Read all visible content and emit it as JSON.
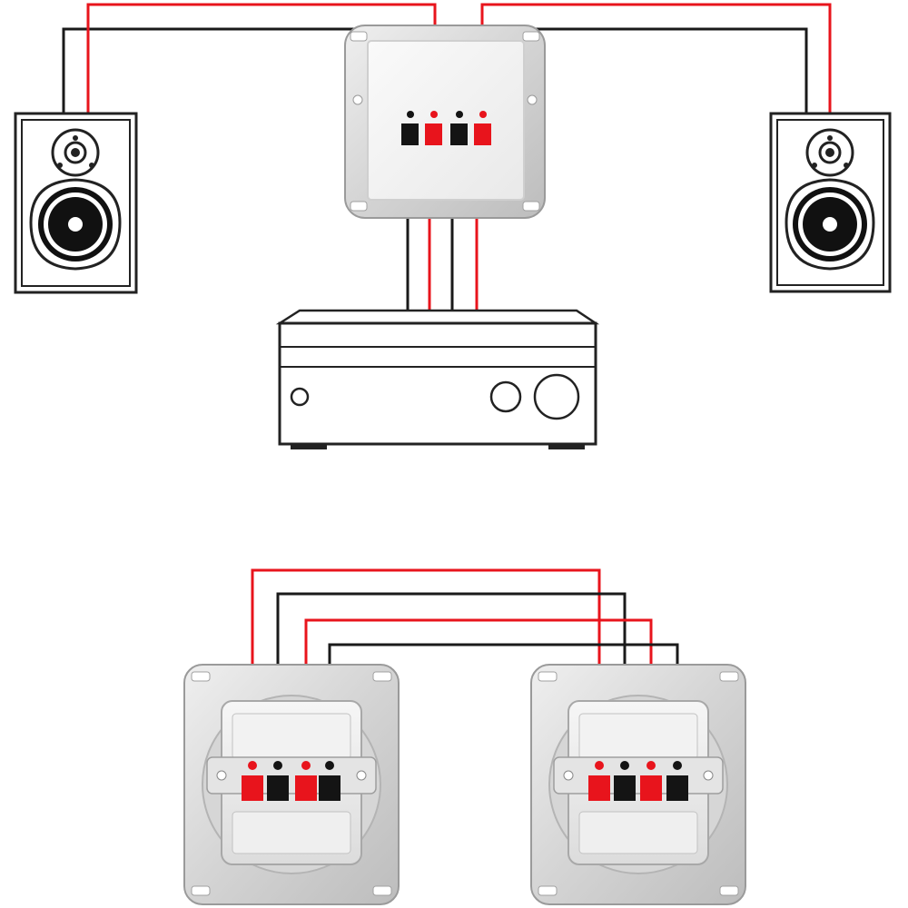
{
  "colors": {
    "background": "#ffffff",
    "wire_red": "#e8141c",
    "wire_black": "#1a1a1a",
    "outline": "#222222",
    "plate_light": "#e6e6e6",
    "plate_mid": "#c9c9c9",
    "plate_dark": "#a9a9a9",
    "terminal_red": "#e8141c",
    "terminal_black": "#141414"
  },
  "icons": {
    "speaker": "speaker-icon",
    "amplifier": "amplifier-icon",
    "wall_socket": "speaker-wall-socket-icon",
    "terminal": "terminal-icon"
  },
  "diagrams": [
    {
      "name": "speaker-connection-setup",
      "components": [
        "left-speaker",
        "speaker-socket",
        "right-speaker",
        "amplifier"
      ],
      "terminal_colors": [
        "black",
        "red",
        "black",
        "red"
      ]
    },
    {
      "name": "socket-to-socket-connection",
      "components": [
        "socket-a",
        "socket-b"
      ],
      "terminal_colors": [
        "red",
        "black",
        "red",
        "black"
      ]
    }
  ]
}
